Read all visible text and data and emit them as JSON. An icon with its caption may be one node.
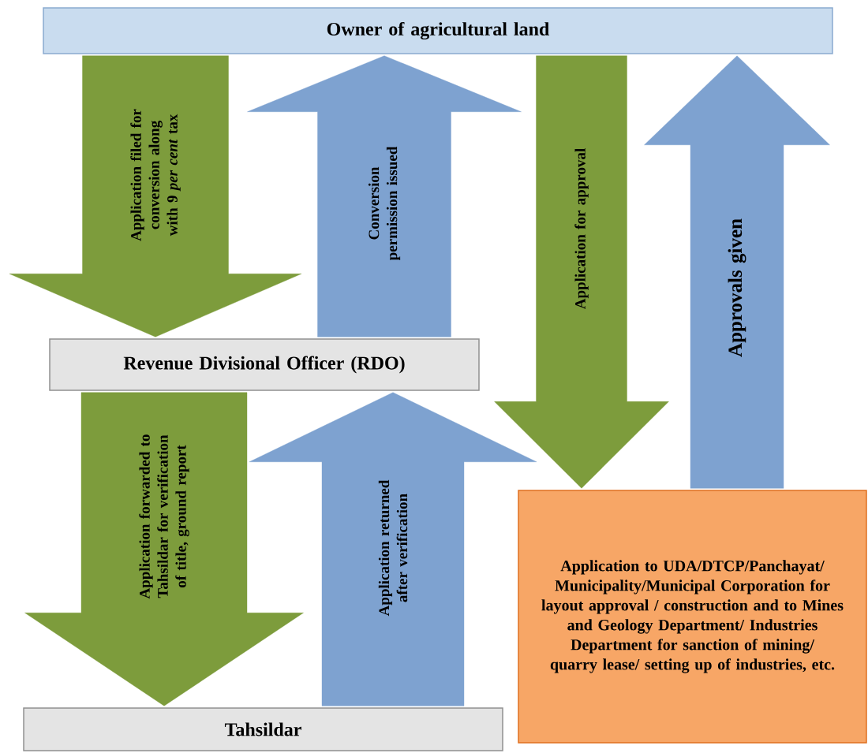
{
  "diagram": {
    "nodes": [
      {
        "text": [
          "Owner of agricultural land"
        ]
      },
      {
        "text": [
          "Revenue Divisional Officer (RDO)"
        ]
      },
      {
        "text": [
          "Tahsildar"
        ]
      },
      {
        "text": [
          "Application to UDA/DTCP/Panchayat/ Municipality/Municipal Corporation for layout approval / construction and to Mines and Geology Department/ Industries Department for sanction of mining/ quarry lease/ setting up of industries, etc."
        ]
      }
    ],
    "edges": [
      {
        "from": 0,
        "to": 1,
        "arrow": "to",
        "label": "Application filed for conversion along with 9 *per cent* tax",
        "color": "#7d9c3c"
      },
      {
        "from": 1,
        "to": 0,
        "arrow": "to",
        "label": "Conversion permission issued",
        "color": "#7ea2d0"
      },
      {
        "from": 0,
        "to": 3,
        "arrow": "to",
        "label": "Application for approval",
        "color": "#7d9c3c"
      },
      {
        "from": 3,
        "to": 0,
        "arrow": "to",
        "label": "Approvals given",
        "color": "#7ea2d0"
      },
      {
        "from": 1,
        "to": 2,
        "arrow": "to",
        "label": "Application forwarded to Tahsildar for verification of title, ground report",
        "color": "#7d9c3c"
      },
      {
        "from": 2,
        "to": 1,
        "arrow": "to",
        "label": "Application returned after verification",
        "color": "#7ea2d0"
      }
    ]
  }
}
